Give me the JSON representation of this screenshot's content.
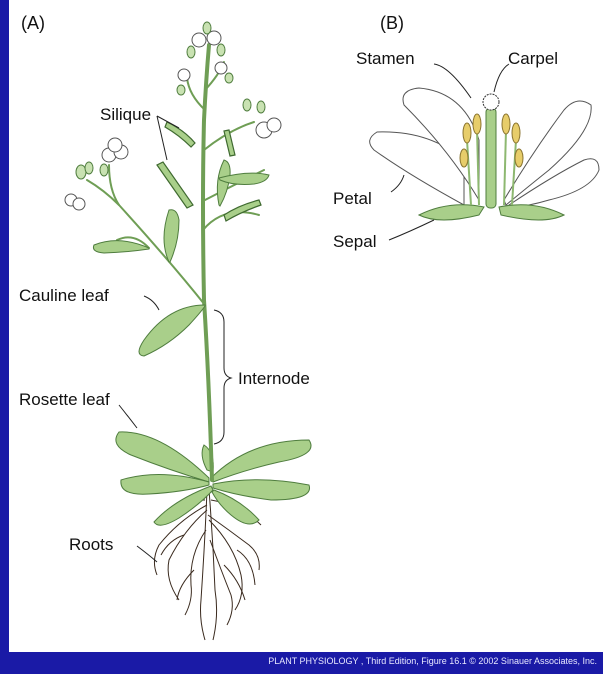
{
  "panels": {
    "a": "(A)",
    "b": "(B)"
  },
  "labels": {
    "silique": "Silique",
    "cauline_leaf": "Cauline leaf",
    "internode": "Internode",
    "rosette_leaf": "Rosette leaf",
    "roots": "Roots",
    "stamen": "Stamen",
    "carpel": "Carpel",
    "petal": "Petal",
    "sepal": "Sepal"
  },
  "caption": "PLANT PHYSIOLOGY , Third Edition, Figure 16.1  © 2002 Sinauer Associates, Inc.",
  "colors": {
    "background": "#1a1aa6",
    "panel": "#ffffff",
    "leaf": "#a9cf8a",
    "stem": "#6f9e55",
    "anther": "#e7cd6a",
    "root": "#3a2a1e"
  }
}
